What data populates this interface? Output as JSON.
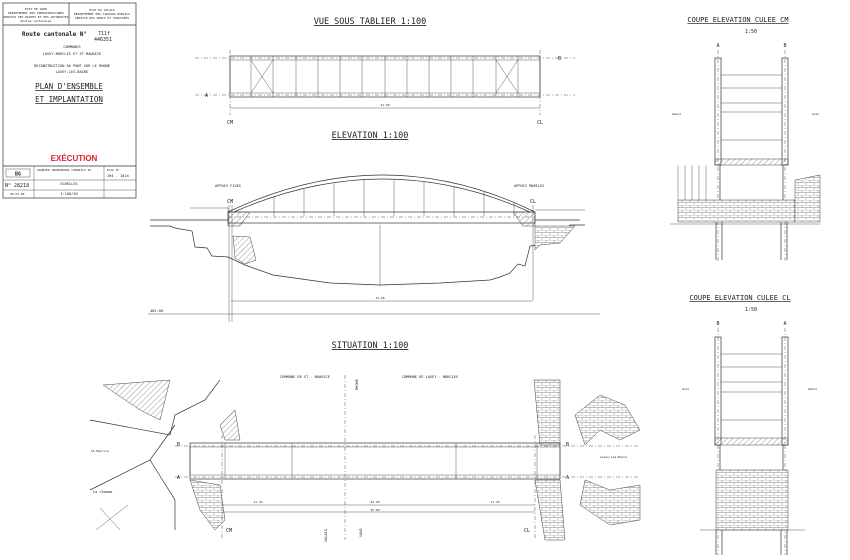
{
  "title_block": {
    "left_header": [
      "ETAT DE VAUD",
      "DEPARTEMENT DES INFRASTRUCTURES",
      "SERVICE DES ROUTES ET DES AUTOROUTES",
      "Routes cantonales"
    ],
    "right_header": [
      "ETAT DU VALAIS",
      "DEPARTEMENT DES TRAVAUX PUBLICS",
      "SERVICE DES PONTS ET CHAUSSEES"
    ],
    "road_label": "Route cantonale N°",
    "road_number_1": "711f",
    "road_number_2": "446351",
    "communes_label": "COMMUNES",
    "communes": "LAVEY-MORCLES ET ST-MAURICE",
    "project": "RECONSTRUCTION DU PONT SUR LE RHONE",
    "location": "LAVEY-LES-BAINS",
    "drawing_title_1": "PLAN D'ENSEMBLE",
    "drawing_title_2": "ET IMPLANTATION",
    "status_stamp": "EXÉCUTION",
    "firm_logo": "BG",
    "firm_name": "SAUNIER INGENIEURS CONSEILS SA",
    "plan_label": "Plan N°",
    "plan_number": "194 - 101a",
    "file_number": "N° 28218",
    "scales_label": "ECHELLES",
    "scales": "1:100/50",
    "date": "06.01.00"
  },
  "views": {
    "plan": {
      "title": "VUE SOUS TABLIER 1:100",
      "label_a": "A",
      "label_b": "B",
      "label_cm": "CM",
      "label_cl": "CL",
      "span": "41.00"
    },
    "elevation": {
      "title": "ELEVATION 1:100",
      "fixed_supports": "APPUIS FIXES",
      "mobile_supports": "APPUIS MOBILES",
      "label_cm": "CM",
      "label_cl": "CL",
      "datum": "405.00",
      "span": "41.00"
    },
    "situation": {
      "title": "SITUATION 1:100",
      "commune_left": "COMMUNE DE ST - MAURICE",
      "commune_right": "COMMUNE DE LAVEY - MORCLES",
      "river": "RHONE",
      "canton_left": "VALAIS",
      "canton_right": "VAUD",
      "place": "La Chaume",
      "st_maurice": "St-Maurice",
      "lavey": "Lavey-les-Bains",
      "label_a": "A",
      "label_b": "B",
      "label_cm": "CM",
      "label_cl": "CL",
      "dim_1": "11.35",
      "dim_2": "22.90",
      "dim_3": "11.35",
      "dim_total": "45.60"
    },
    "section_cm": {
      "title": "COUPE ELEVATION CULEE CM",
      "scale": "1:50",
      "label_a": "A",
      "label_b": "B",
      "upstream": "Amont",
      "downstream": "Aval"
    },
    "section_cl": {
      "title": "COUPE ELEVATION CULEE CL",
      "scale": "1:50",
      "label_a": "A",
      "label_b": "B",
      "upstream": "Amont",
      "downstream": "Aval"
    }
  },
  "colors": {
    "stamp": "#e0202a",
    "line": "#333333"
  }
}
